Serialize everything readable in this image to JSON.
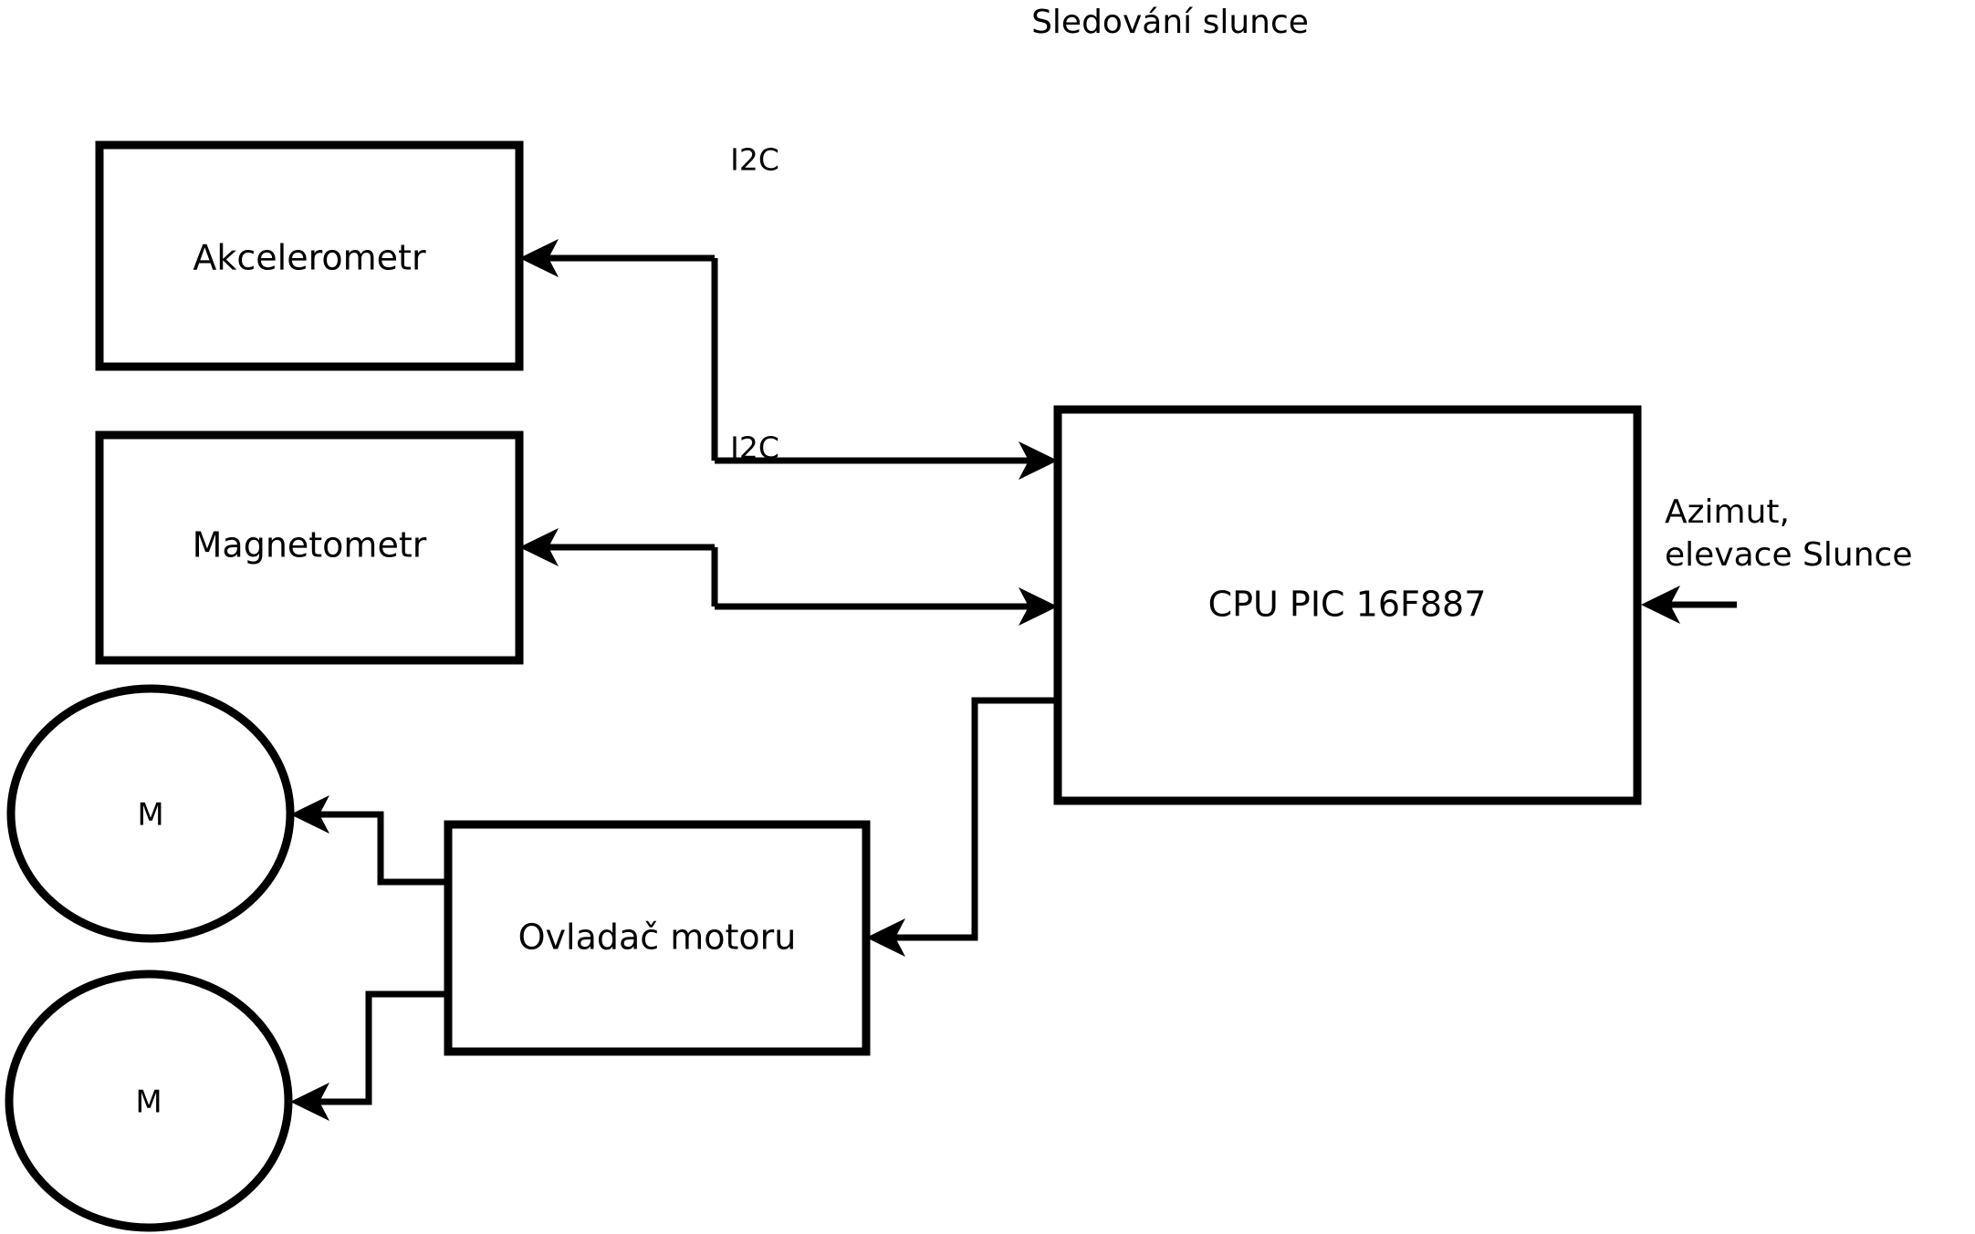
{
  "title": "Sledování slunce",
  "diagram": {
    "kind": "block-diagram",
    "background_color": "#ffffff",
    "line_color": "#000000",
    "nodes": [
      {
        "id": "akcelerometr",
        "label": "Akcelerometr",
        "shape": "rectangle"
      },
      {
        "id": "magnetometr",
        "label": "Magnetometr",
        "shape": "rectangle"
      },
      {
        "id": "cpu",
        "label": "CPU PIC 16F887",
        "shape": "rectangle"
      },
      {
        "id": "ovladac",
        "label": "Ovladač motoru",
        "shape": "rectangle"
      },
      {
        "id": "motor-top",
        "label": "M",
        "shape": "circle"
      },
      {
        "id": "motor-bottom",
        "label": "M",
        "shape": "circle"
      }
    ],
    "edges": [
      {
        "id": "cpu-to-akcelerometr",
        "from": "cpu",
        "to": "akcelerometr",
        "label": "I2C"
      },
      {
        "id": "akcelerometr-to-cpu",
        "from": "akcelerometr",
        "to": "cpu",
        "label": ""
      },
      {
        "id": "cpu-to-magnetometr",
        "from": "cpu",
        "to": "magnetometr",
        "label": "I2C"
      },
      {
        "id": "magnetometr-to-cpu",
        "from": "magnetometr",
        "to": "cpu",
        "label": ""
      },
      {
        "id": "cpu-to-ovladac",
        "from": "cpu",
        "to": "ovladac",
        "label": ""
      },
      {
        "id": "ovladac-to-motor-top",
        "from": "ovladac",
        "to": "motor-top",
        "label": ""
      },
      {
        "id": "ovladac-to-motor-bottom",
        "from": "ovladac",
        "to": "motor-bottom",
        "label": ""
      }
    ],
    "edge_labels": {
      "i2c_accelerometer": "I2C",
      "i2c_magnetometer": "I2C"
    },
    "external_input": {
      "label_line1": "Azimut,",
      "label_line2": "elevace Slunce",
      "target": "cpu"
    }
  }
}
